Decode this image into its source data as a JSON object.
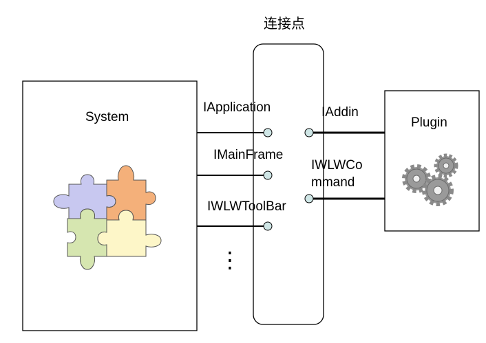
{
  "header": {
    "title": "连接点"
  },
  "system": {
    "title": "System",
    "icon": "puzzle-pieces-icon"
  },
  "plugin": {
    "title": "Plugin",
    "icon": "gears-icon"
  },
  "connectors_left": [
    {
      "label": "IApplication"
    },
    {
      "label": "IMainFrame"
    },
    {
      "label": "IWLWToolBar"
    }
  ],
  "connectors_right": [
    {
      "label": "IAddin"
    },
    {
      "label_line1": "IWLWCo",
      "label_line2": "mmand"
    }
  ],
  "ellipsis": "⋮",
  "colors": {
    "puzzle_blue": "#c8c8f0",
    "puzzle_orange": "#f4b07a",
    "puzzle_green": "#d6e6b0",
    "puzzle_yellow": "#fdf6c8",
    "connector_dot": "#cfe6e6",
    "gear": "#9a9a9a"
  }
}
